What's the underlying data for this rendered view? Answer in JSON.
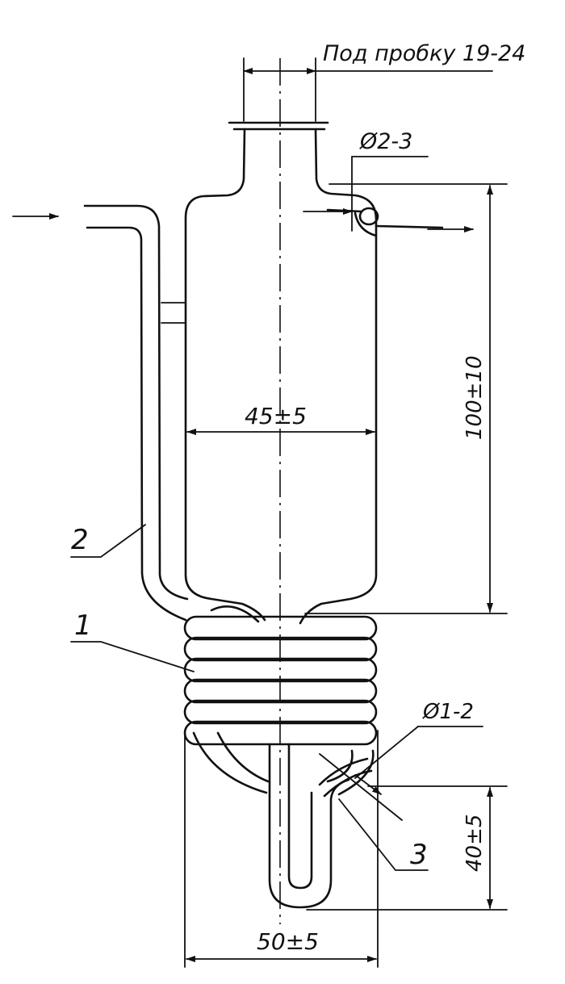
{
  "drawing": {
    "labels": {
      "stopper_note": "Под пробку 19-24",
      "outlet_diameter": "Ø2-3",
      "body_diameter": "45±5",
      "body_height": "100±10",
      "capillary_diameter": "Ø1-2",
      "trap_height": "40±5",
      "coil_width": "50±5"
    },
    "parts": {
      "coil": "1",
      "side_tube": "2",
      "u_tube": "3"
    },
    "colors": {
      "line": "#111111",
      "background": "#ffffff"
    }
  }
}
